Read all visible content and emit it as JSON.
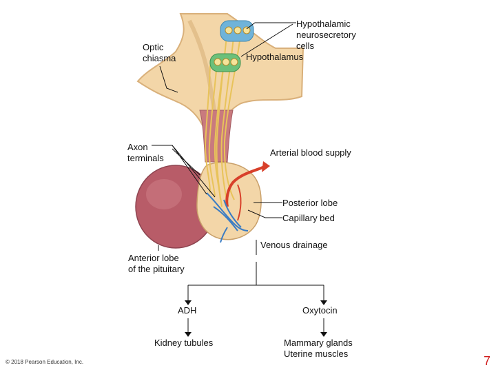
{
  "labels": {
    "hypothalamic_cells": [
      "Hypothalamic",
      "neurosecretory",
      "cells"
    ],
    "hypothalamus": "Hypothalamus",
    "optic_chiasma": [
      "Optic",
      "chiasma"
    ],
    "axon_terminals": [
      "Axon",
      "terminals"
    ],
    "arterial_blood_supply": "Arterial blood supply",
    "posterior_lobe": "Posterior lobe",
    "capillary_bed": "Capillary bed",
    "venous_drainage": "Venous drainage",
    "anterior_lobe": [
      "Anterior lobe",
      "of the pituitary"
    ]
  },
  "flow": {
    "hormone_1": "ADH",
    "hormone_2": "Oxytocin",
    "target_1": [
      "Kidney tubules"
    ],
    "target_2": [
      "Mammary glands",
      "Uterine muscles"
    ]
  },
  "footer": {
    "copyright": "© 2018 Pearson Education, Inc.",
    "page_number": "7"
  },
  "colors": {
    "tissue": "#f3d6a8",
    "tissue_dark": "#d9b07a",
    "anterior_lobe": "#b85c68",
    "stalk": "#c97a7e",
    "axons": "#e8c35a",
    "artery": "#d8402a",
    "vein": "#3a7cc4",
    "cells_upper": "#6fb3d9",
    "cells_lower": "#6cc07a",
    "page_number": "#d01b1b"
  }
}
